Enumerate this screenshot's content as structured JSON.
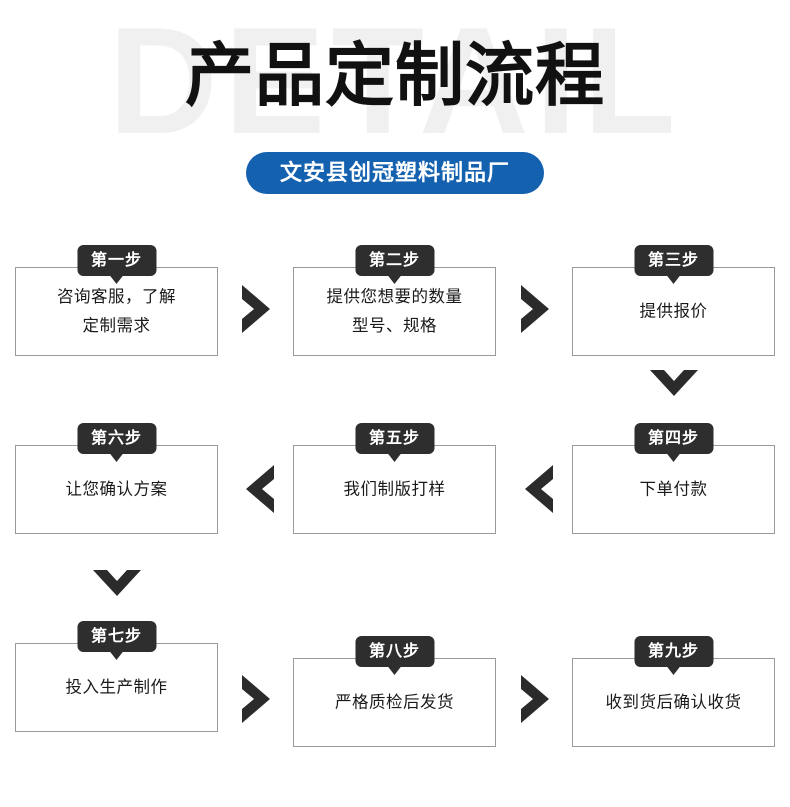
{
  "header": {
    "watermark": "DETAIL",
    "title": "产品定制流程",
    "company": "文安县创冠塑料制品厂",
    "accent_color": "#1461b0",
    "title_color": "#111111",
    "watermark_color": "#f0f0f0"
  },
  "flow": {
    "badge_color": "#2e2e2e",
    "box_border_color": "#9a9a9a",
    "arrow_color": "#2b2b2b",
    "steps": [
      {
        "badge": "第一步",
        "lines": [
          "咨询客服，了解",
          "定制需求"
        ]
      },
      {
        "badge": "第二步",
        "lines": [
          "提供您想要的数量",
          "型号、规格"
        ]
      },
      {
        "badge": "第三步",
        "lines": [
          "提供报价"
        ]
      },
      {
        "badge": "第四步",
        "lines": [
          "下单付款"
        ]
      },
      {
        "badge": "第五步",
        "lines": [
          "我们制版打样"
        ]
      },
      {
        "badge": "第六步",
        "lines": [
          "让您确认方案"
        ]
      },
      {
        "badge": "第七步",
        "lines": [
          "投入生产制作"
        ]
      },
      {
        "badge": "第八步",
        "lines": [
          "严格质检后发货"
        ]
      },
      {
        "badge": "第九步",
        "lines": [
          "收到货后确认收货"
        ]
      }
    ],
    "connectors": [
      {
        "name": "arrow-step1-to-step2",
        "direction": "right"
      },
      {
        "name": "arrow-step2-to-step3",
        "direction": "right"
      },
      {
        "name": "arrow-step3-to-step4",
        "direction": "down"
      },
      {
        "name": "arrow-step4-to-step5",
        "direction": "left"
      },
      {
        "name": "arrow-step5-to-step6",
        "direction": "left"
      },
      {
        "name": "arrow-step6-to-step7",
        "direction": "down"
      },
      {
        "name": "arrow-step7-to-step8",
        "direction": "right"
      },
      {
        "name": "arrow-step8-to-step9",
        "direction": "right"
      }
    ]
  }
}
